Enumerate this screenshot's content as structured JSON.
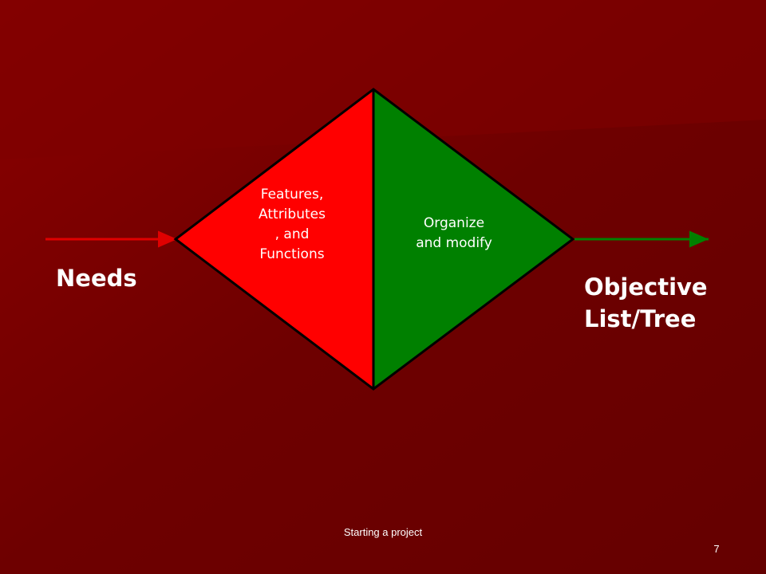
{
  "slide": {
    "left_region_text": "Features,\nAttributes\n, and\nFunctions",
    "right_region_text": "Organize\nand modify",
    "input_label": "Needs",
    "output_label": "Objective\nList/Tree",
    "footer": "Starting a project",
    "page_number": "7"
  },
  "colors": {
    "background": "#6b0000",
    "left_region": "#ff0000",
    "right_region": "#008000",
    "input_arrow": "#e00000",
    "output_arrow": "#008000",
    "text": "#ffffff"
  }
}
